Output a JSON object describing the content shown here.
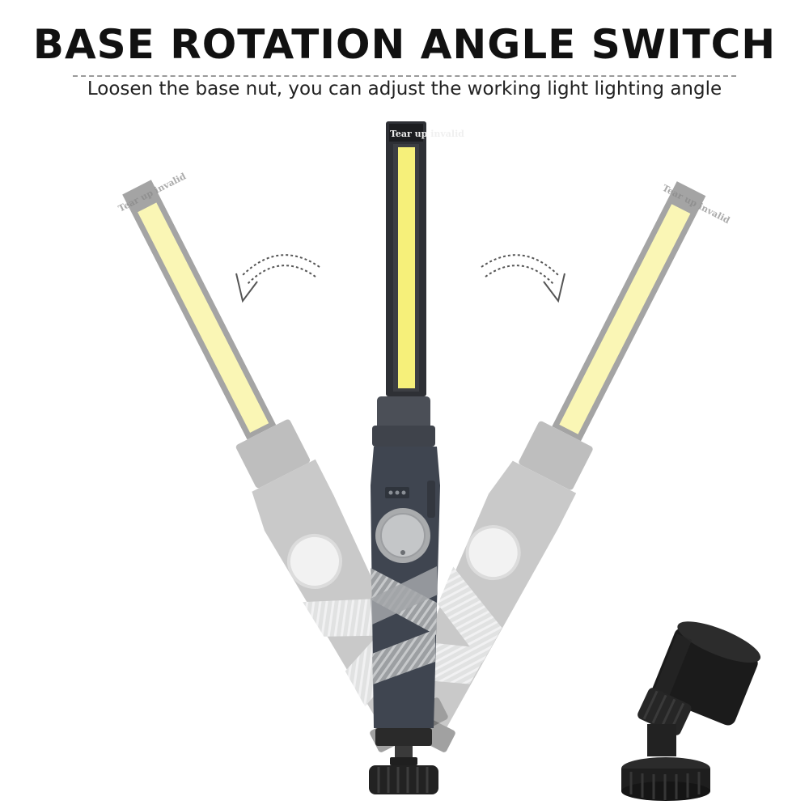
{
  "header": {
    "title": "BASE ROTATION ANGLE SWITCH",
    "subtitle": "Loosen the base nut, you can adjust the working light lighting angle"
  },
  "lights": {
    "sticker_label": "Tear up invalid"
  },
  "colors": {
    "cob_yellow": "#f6f07a",
    "body_dark": "#3f4550",
    "body_faded": "#b4b4b4",
    "accent_gray": "#a9abad",
    "base_black": "#222222"
  },
  "icons": {
    "left_arrow": "curved-arrow-left-icon",
    "right_arrow": "curved-arrow-right-icon"
  }
}
